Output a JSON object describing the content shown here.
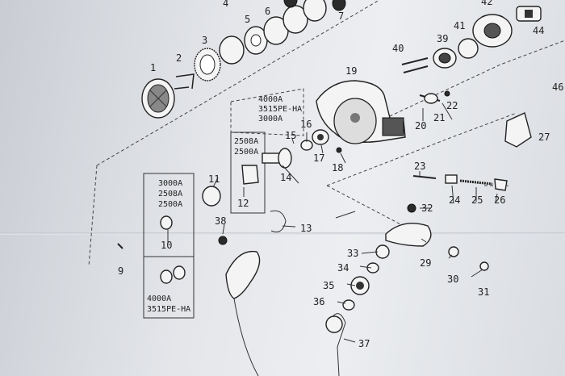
{
  "parts": {
    "p1": "1",
    "p2": "2",
    "p3": "3",
    "p4": "4",
    "p5": "5",
    "p6": "6",
    "p7": "7",
    "p9": "9",
    "p10": "10",
    "p11": "11",
    "p12": "12",
    "p13": "13",
    "p14": "14",
    "p15": "15",
    "p16": "16",
    "p17": "17",
    "p18": "18",
    "p19": "19",
    "p20": "20",
    "p21": "21",
    "p22": "22",
    "p23": "23",
    "p24": "24",
    "p25": "25",
    "p26": "26",
    "p27": "27",
    "p29": "29",
    "p30": "30",
    "p31": "31",
    "p32": "32",
    "p33": "33",
    "p34": "34",
    "p35": "35",
    "p36": "36",
    "p37": "37",
    "p38": "38",
    "p39": "39",
    "p40": "40",
    "p41": "41",
    "p42": "42",
    "p44": "44",
    "p46": "46"
  },
  "boxes": {
    "box12": [
      "2508A",
      "2500A"
    ],
    "box_top": [
      "4000A",
      "3515PE-HA",
      "3000A"
    ],
    "box10_top": [
      "3000A",
      "2508A",
      "2500A"
    ],
    "box10_bottom": [
      "4000A",
      "3515PE-HA"
    ]
  }
}
